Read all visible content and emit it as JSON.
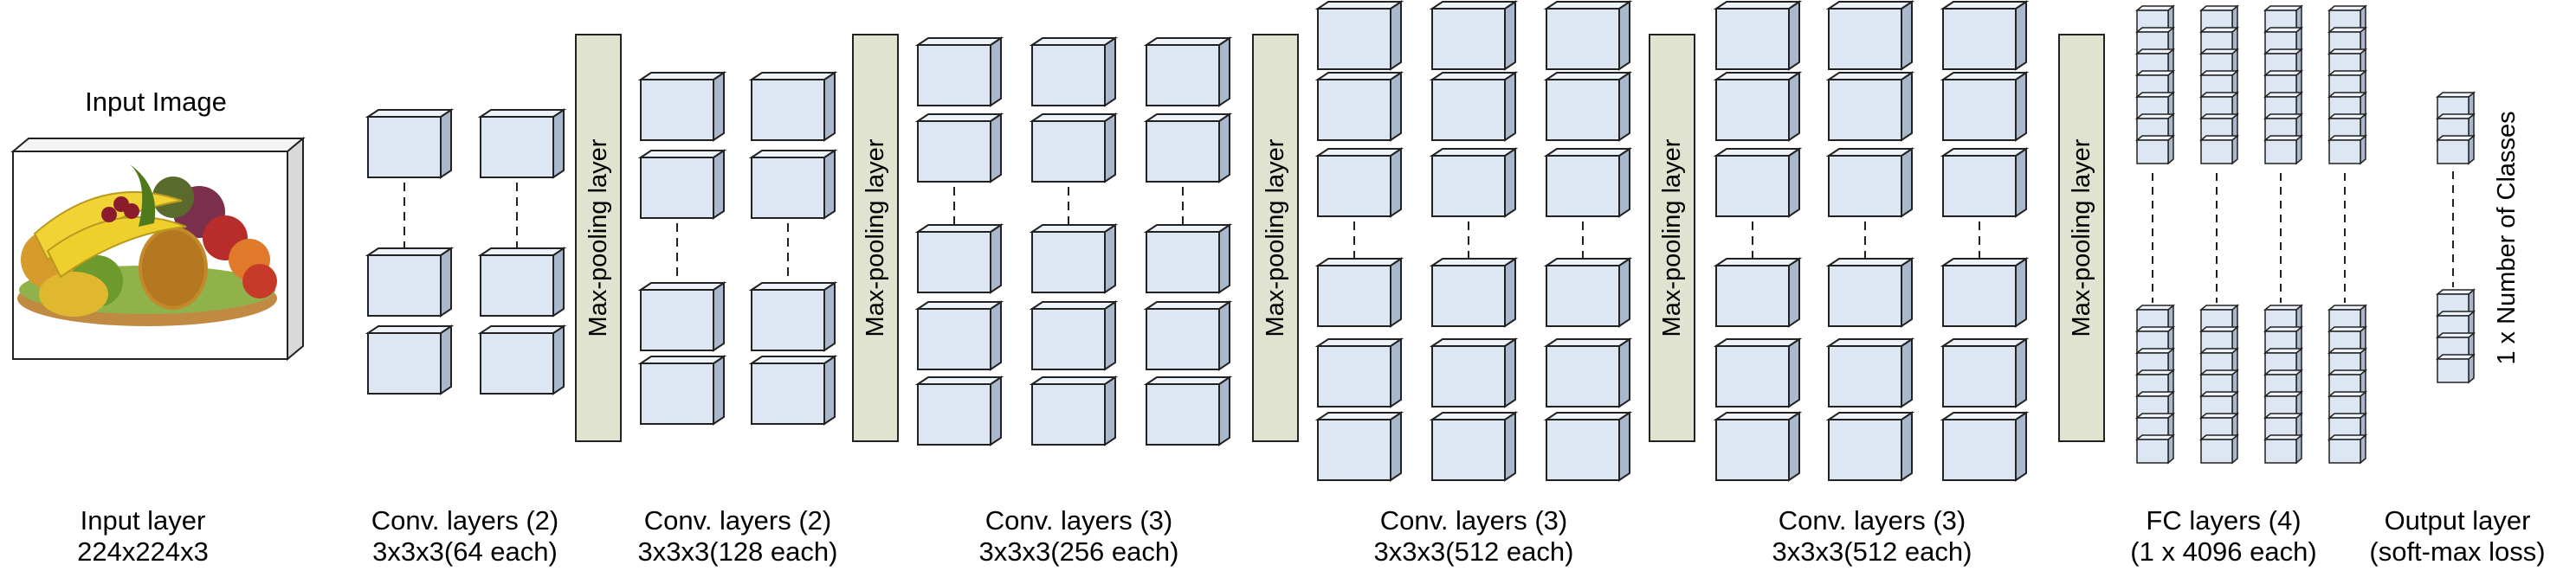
{
  "input": {
    "title": "Input Image",
    "label_line1": "Input layer",
    "label_line2": "224x224x3"
  },
  "pooling_label": "Max-pooling layer",
  "stages": [
    {
      "line1": "Conv. layers (2)",
      "line2": "3x3x3(64 each)"
    },
    {
      "line1": "Conv. layers (2)",
      "line2": "3x3x3(128 each)"
    },
    {
      "line1": "Conv. layers (3)",
      "line2": "3x3x3(256 each)"
    },
    {
      "line1": "Conv. layers (3)",
      "line2": "3x3x3(512 each)"
    },
    {
      "line1": "Conv. layers (3)",
      "line2": "3x3x3(512 each)"
    },
    {
      "line1": "FC layers (4)",
      "line2": "(1 x 4096 each)"
    },
    {
      "line1": "Output layer",
      "line2": "(soft-max loss)"
    }
  ],
  "output_side_label": "1 x Number of Classes",
  "colors": {
    "cube_face": "#dde6f3",
    "cube_side": "#a9b8cd",
    "cube_top": "#eef3fa",
    "pool_fill": "#dfe3cf",
    "stroke": "#222222"
  }
}
